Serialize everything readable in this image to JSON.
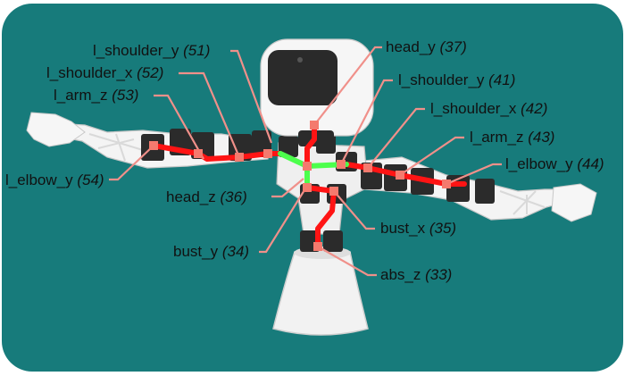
{
  "colors": {
    "background": "#177b7b",
    "chain_red": "#ff1414",
    "chain_green": "#4cff4c",
    "leader_line": "#f0908a",
    "joint_marker": "#f47a6e",
    "robot_white": "#f4f4f4",
    "robot_dark": "#2b2b2b"
  },
  "labels": [
    {
      "id": "l_shoulder_y",
      "name": "l_shoulder_y",
      "number": "(51)"
    },
    {
      "id": "l_shoulder_x",
      "name": "l_shoulder_x",
      "number": "(52)"
    },
    {
      "id": "l_arm_z",
      "name": "l_arm_z",
      "number": "(53)"
    },
    {
      "id": "l_elbow_y",
      "name": "l_elbow_y",
      "number": "(54)"
    },
    {
      "id": "head_z",
      "name": "head_z",
      "number": "(36)"
    },
    {
      "id": "bust_y",
      "name": "bust_y",
      "number": "(34)"
    },
    {
      "id": "head_y",
      "name": "head_y",
      "number": "(37)"
    },
    {
      "id": "r_shoulder_y",
      "name": "l_shoulder_y",
      "number": "(41)"
    },
    {
      "id": "r_shoulder_x",
      "name": "l_shoulder_x",
      "number": "(42)"
    },
    {
      "id": "r_arm_z",
      "name": "l_arm_z",
      "number": "(43)"
    },
    {
      "id": "r_elbow_y",
      "name": "l_elbow_y",
      "number": "(44)"
    },
    {
      "id": "bust_x",
      "name": "bust_x",
      "number": "(35)"
    },
    {
      "id": "abs_z",
      "name": "abs_z",
      "number": "(33)"
    }
  ]
}
